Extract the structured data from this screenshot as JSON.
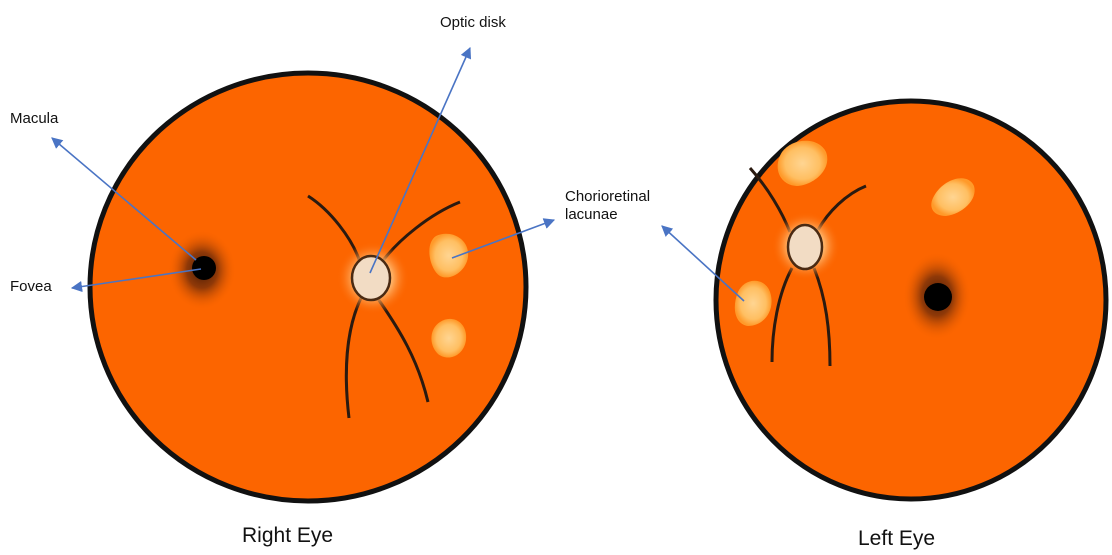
{
  "labels": {
    "optic_disk": "Optic disk",
    "macula": "Macula",
    "fovea": "Fovea",
    "chorioretinal_lacunae_line1": "Chorioretinal",
    "chorioretinal_lacunae_line2": "lacunae"
  },
  "captions": {
    "right_eye": "Right Eye",
    "left_eye": "Left Eye"
  },
  "colors": {
    "fundus": "#fc6500",
    "outline": "#111111",
    "lacuna": "#ffc46a",
    "optic_disk_fill": "#f2dcc4",
    "arrow": "#4a74c4",
    "vessel": "#2a1a10",
    "fovea": "#000000",
    "macula_shadow": "#5a2a10"
  },
  "icons": [
    "right-fundus-icon",
    "left-fundus-icon",
    "optic-disk-icon",
    "fovea-icon",
    "arrow-icon"
  ]
}
